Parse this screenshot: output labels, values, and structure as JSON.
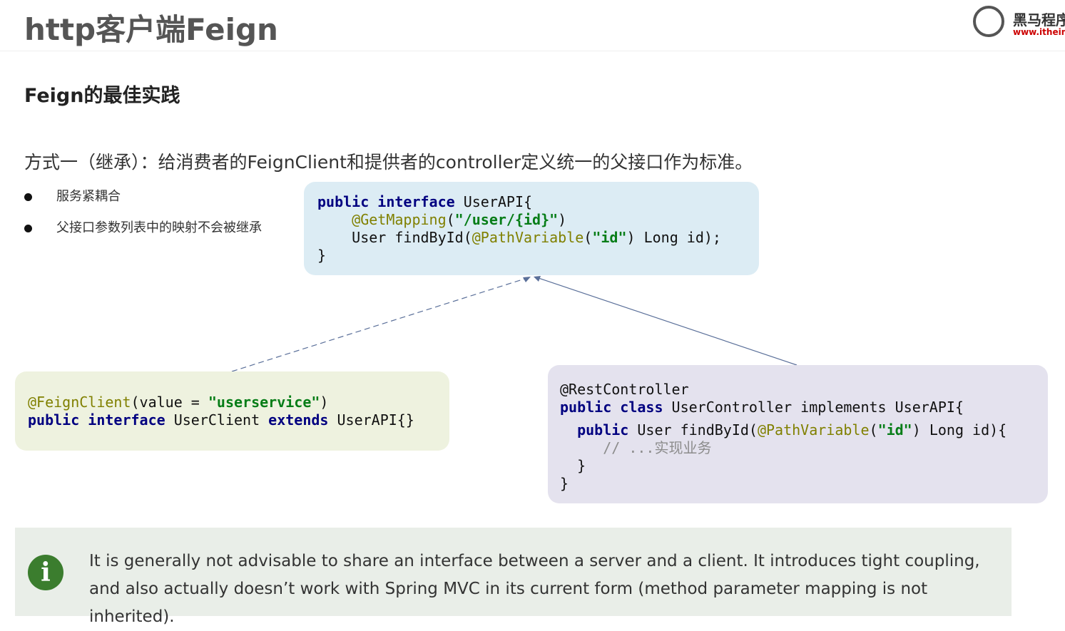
{
  "header": {
    "title": "http客户端Feign",
    "logo_text": "黑马程序员",
    "logo_url": "www.itheima.com"
  },
  "subtitle": "Feign的最佳实践",
  "method": "方式一（继承）：给消费者的FeignClient和提供者的controller定义统一的父接口作为标准。",
  "bullets": [
    "服务紧耦合",
    "父接口参数列表中的映射不会被继承"
  ],
  "code": {
    "api": {
      "l1a": "public interface",
      "l1b": " UserAPI{",
      "l2a": "@GetMapping",
      "l2b": "(",
      "l2c": "\"/user/{id}\"",
      "l2d": ")",
      "l3a": "User findById(",
      "l3b": "@PathVariable",
      "l3c": "(",
      "l3d": "\"id\"",
      "l3e": ") Long id);",
      "l4": "}"
    },
    "client": {
      "l1a": "@FeignClient",
      "l1b": "(value = ",
      "l1c": "\"userservice\"",
      "l1d": ")",
      "l2a": "public interface",
      "l2b": " UserClient ",
      "l2c": "extends",
      "l2d": " UserAPI{}"
    },
    "controller": {
      "l1": "@RestController",
      "l2a": "public class",
      "l2b": " UserController implements UserAPI{",
      "l3a": "public",
      "l3b": " User findById(",
      "l3c": "@PathVariable",
      "l3d": "(",
      "l3e": "\"id\"",
      "l3f": ") Long id){",
      "l4": "// ...实现业务",
      "l5": "}",
      "l6": "}"
    }
  },
  "info": {
    "icon": "info-icon",
    "text": "It is generally not advisable to share an interface between a server and a client. It introduces tight coupling, and also actually doesn’t work with Spring MVC in its current form (method parameter mapping is not inherited)."
  }
}
